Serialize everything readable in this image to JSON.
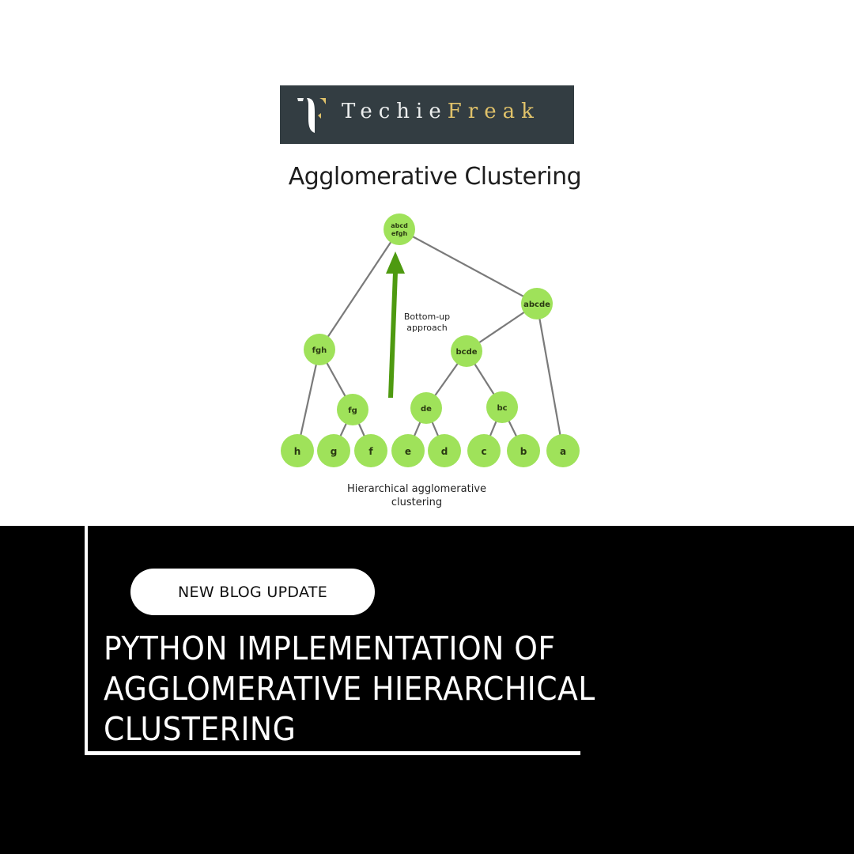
{
  "brand": {
    "name_part1": "Techie",
    "name_part2": "Freak",
    "colors": {
      "box_bg": "#333d42",
      "text": "#eceeee",
      "accent": "#e0c26a"
    }
  },
  "diagram": {
    "title": "Agglomerative Clustering",
    "arrow_label_line1": "Bottom-up",
    "arrow_label_line2": "approach",
    "caption_line1": "Hierarchical agglomerative",
    "caption_line2": "clustering",
    "colors": {
      "node_fill": "#9fe25a",
      "edge": "#7a7a7a",
      "arrow": "#4e9a10"
    },
    "nodes": [
      {
        "id": "root",
        "label_line1": "abcd",
        "label_line2": "efgh"
      },
      {
        "id": "abcde",
        "label": "abcde"
      },
      {
        "id": "fgh",
        "label": "fgh"
      },
      {
        "id": "bcde",
        "label": "bcde"
      },
      {
        "id": "fg",
        "label": "fg"
      },
      {
        "id": "de",
        "label": "de"
      },
      {
        "id": "bc",
        "label": "bc"
      },
      {
        "id": "h",
        "label": "h"
      },
      {
        "id": "g",
        "label": "g"
      },
      {
        "id": "f",
        "label": "f"
      },
      {
        "id": "e",
        "label": "e"
      },
      {
        "id": "d",
        "label": "d"
      },
      {
        "id": "c",
        "label": "c"
      },
      {
        "id": "b",
        "label": "b"
      },
      {
        "id": "a",
        "label": "a"
      }
    ]
  },
  "banner": {
    "badge": "NEW BLOG UPDATE",
    "headline_line1": "PYTHON IMPLEMENTATION OF",
    "headline_line2": "AGGLOMERATIVE HIERARCHICAL",
    "headline_line3": "CLUSTERING"
  }
}
